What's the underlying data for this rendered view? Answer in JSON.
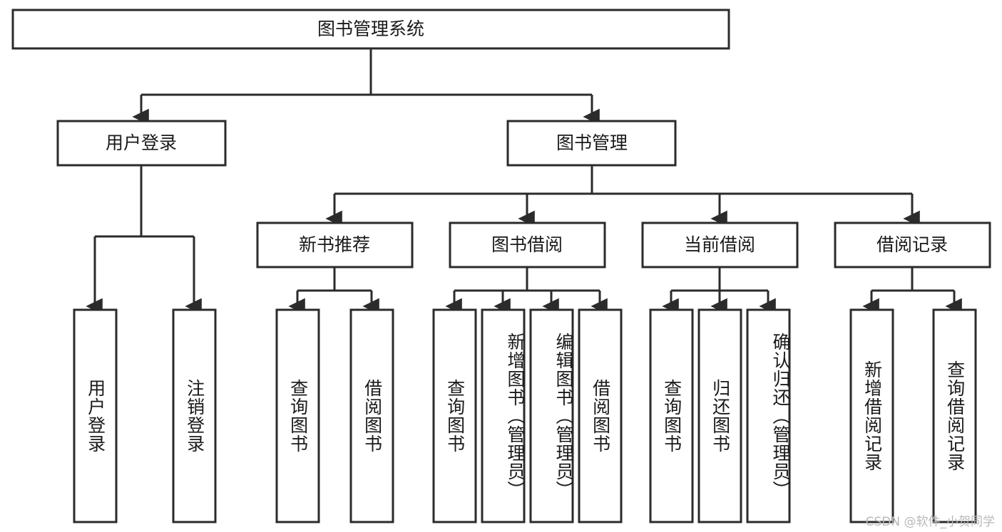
{
  "diagram": {
    "title": "图书管理系统",
    "type": "tree",
    "watermark": "CSDN @软件_小贺同学",
    "colors": {
      "stroke": "#2b2b2b",
      "fill": "#ffffff",
      "text": "#1a1a1a",
      "watermark": "#b8b8b8",
      "background": "#ffffff"
    },
    "root": {
      "label": "图书管理系统"
    },
    "level2": [
      {
        "id": "user-login",
        "label": "用户登录"
      },
      {
        "id": "book-management",
        "label": "图书管理"
      }
    ],
    "level3": [
      {
        "id": "new-book-recommend",
        "label": "新书推荐"
      },
      {
        "id": "book-borrow",
        "label": "图书借阅"
      },
      {
        "id": "current-borrow",
        "label": "当前借阅"
      },
      {
        "id": "borrow-record",
        "label": "借阅记录"
      }
    ],
    "leaves": {
      "user-login": [
        {
          "id": "leaf-user-login",
          "label": "用户登录"
        },
        {
          "id": "leaf-user-logout",
          "label": "注销登录"
        }
      ],
      "new-book-recommend": [
        {
          "id": "leaf-query-book-1",
          "label": "查询图书"
        },
        {
          "id": "leaf-borrow-book-1",
          "label": "借阅图书"
        }
      ],
      "book-borrow": [
        {
          "id": "leaf-query-book-2",
          "label": "查询图书"
        },
        {
          "id": "leaf-add-book",
          "label": "新增图书（管理员）"
        },
        {
          "id": "leaf-edit-book",
          "label": "编辑图书（管理员）"
        },
        {
          "id": "leaf-borrow-book-2",
          "label": "借阅图书"
        }
      ],
      "current-borrow": [
        {
          "id": "leaf-query-book-3",
          "label": "查询图书"
        },
        {
          "id": "leaf-return-book",
          "label": "归还图书"
        },
        {
          "id": "leaf-confirm-return",
          "label": "确认归还（管理员）"
        }
      ],
      "borrow-record": [
        {
          "id": "leaf-add-borrow-record",
          "label": "新增借阅记录"
        },
        {
          "id": "leaf-query-borrow-record",
          "label": "查询借阅记录"
        }
      ]
    }
  }
}
